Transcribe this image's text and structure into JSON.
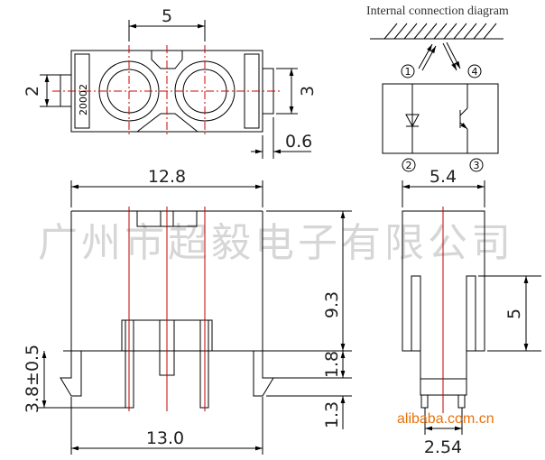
{
  "title": "Internal connection diagram",
  "watermark": "广州市超毅电子有限公司",
  "site_watermark": "alibaba.com.cn",
  "part_marking": "20002",
  "pins": [
    "1",
    "2",
    "3",
    "4"
  ],
  "dimensions": {
    "pitch_top": "5",
    "tab_left": "2",
    "tab_right": "3",
    "tab_thickness": "0.6",
    "width_top": "12.8",
    "width_bottom": "13.0",
    "height_body": "9.3",
    "height_step": "1.8",
    "height_hook": "1.3",
    "pin_length": "3.8±0.5",
    "side_width": "5.4",
    "side_slot": "5",
    "side_pitch": "2.54"
  },
  "colors": {
    "line": "#000000",
    "centerline": "#c00000",
    "watermark": "#d6d6d6",
    "site": "#e8720c"
  }
}
